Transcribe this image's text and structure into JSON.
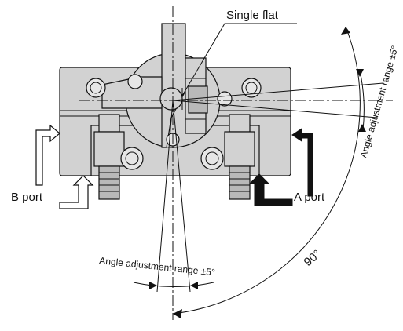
{
  "labels": {
    "single_flat": "Single flat",
    "b_port": "B port",
    "a_port": "A port",
    "angle_range_right": "Angle adjustment range ±5°",
    "angle_range_bottom": "Angle adjustment range ±5°",
    "rotation_angle": "90°"
  },
  "colors": {
    "body_fill": "#d2d2d2",
    "a_port_arrow": "#111111",
    "b_port_arrow": "#ffffff",
    "line": "#111111"
  }
}
